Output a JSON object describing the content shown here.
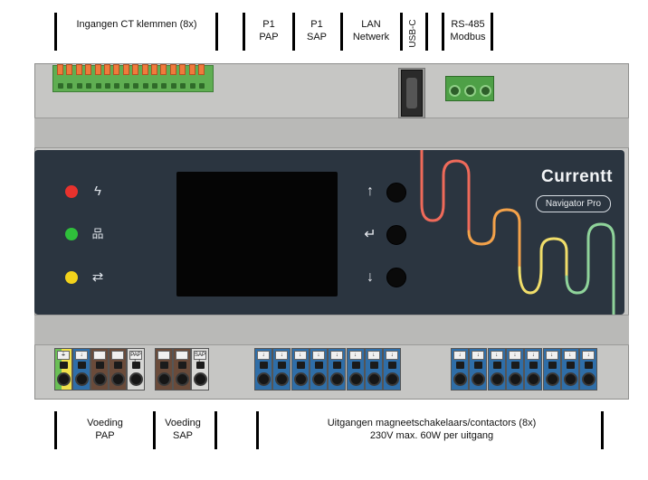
{
  "labels": {
    "ct_inputs": "Ingangen CT klemmen (8x)",
    "p1_pap_line1": "P1",
    "p1_pap_line2": "PAP",
    "p1_sap_line1": "P1",
    "p1_sap_line2": "SAP",
    "lan_line1": "LAN",
    "lan_line2": "Netwerk",
    "usbc": "USB-C",
    "rs485_line1": "RS-485",
    "rs485_line2": "Modbus",
    "voeding_pap_line1": "Voeding",
    "voeding_pap_line2": "PAP",
    "voeding_sap_line1": "Voeding",
    "voeding_sap_line2": "SAP",
    "outputs_line1": "Uitgangen magneetschakelaars/contactors (8x)",
    "outputs_line2": "230V max. 60W per uitgang"
  },
  "device": {
    "brand": "Currentt",
    "model": "Navigator Pro",
    "leds": [
      {
        "color": "#e8322d",
        "icon": "lightning-icon",
        "glyph": "ϟ"
      },
      {
        "color": "#2fbf3b",
        "icon": "network-icon",
        "glyph": "品"
      },
      {
        "color": "#f2d21b",
        "icon": "exchange-icon",
        "glyph": "⇄"
      }
    ],
    "nav": [
      {
        "icon": "arrow-up-icon",
        "glyph": "↑"
      },
      {
        "icon": "enter-icon",
        "glyph": "↵"
      },
      {
        "icon": "arrow-down-icon",
        "glyph": "↓"
      }
    ],
    "terminal_marks": {
      "ground": "⏚",
      "neutral": "↓",
      "pap_l": "PAP L",
      "sap_l": "SAP L"
    }
  },
  "colors": {
    "front_panel": "#2b3540",
    "wave_red": "#ef6a5a",
    "wave_orange": "#f4a24a",
    "wave_yellow": "#f1de6a",
    "wave_green": "#8fd39a"
  }
}
